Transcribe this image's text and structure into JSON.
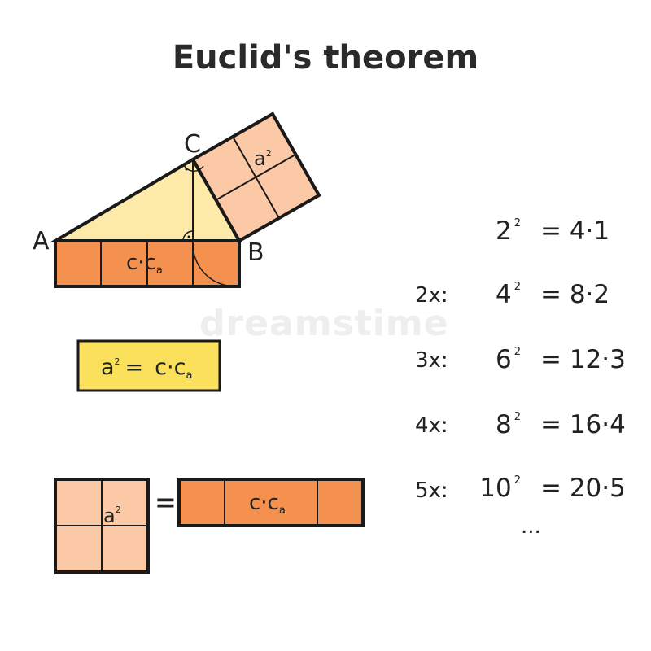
{
  "title": "Euclid's theorem",
  "watermark": "dreamstime",
  "vertices": {
    "a": "A",
    "b": "B",
    "c": "C"
  },
  "labels": {
    "a_base": "a",
    "exp": "2",
    "cc_main": "c·c",
    "cc_sub": "a",
    "equals": "=",
    "box_eq": "="
  },
  "rows": [
    {
      "mult": "",
      "base": "2",
      "exp": "2",
      "rhs": "=  4·1"
    },
    {
      "mult": "2x:",
      "base": "4",
      "exp": "2",
      "rhs": "=  8·2"
    },
    {
      "mult": "3x:",
      "base": "6",
      "exp": "2",
      "rhs": "= 12·3"
    },
    {
      "mult": "4x:",
      "base": "8",
      "exp": "2",
      "rhs": "= 16·4"
    },
    {
      "mult": "5x:",
      "base": "10",
      "exp": "2",
      "rhs": "= 20·5"
    }
  ],
  "ellipsis": "...",
  "colors": {
    "triangle": "#fde9a8",
    "square": "#fcc9a6",
    "rect": "#f5914f",
    "yellow_box": "#fbe05c",
    "stroke": "#1a1a1a"
  }
}
